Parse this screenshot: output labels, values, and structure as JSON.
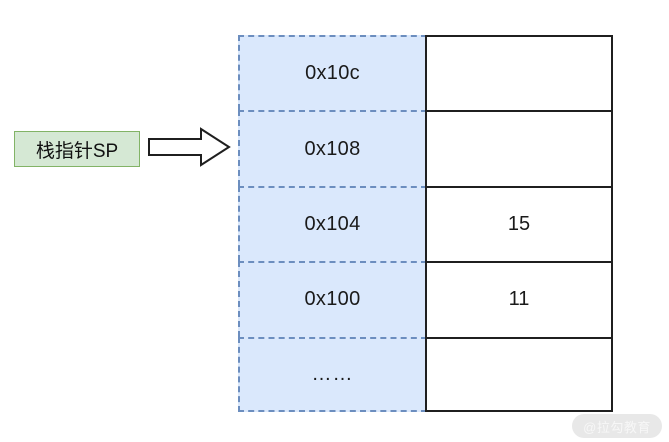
{
  "diagram": {
    "title": "stack-pointer-memory-layout",
    "pointer": {
      "label": "栈指针SP",
      "arrow_icon": "right-arrow-icon",
      "points_to_row_index": 1
    },
    "columns": {
      "address_header": "",
      "value_header": ""
    },
    "rows": [
      {
        "address": "0x10c",
        "value": ""
      },
      {
        "address": "0x108",
        "value": ""
      },
      {
        "address": "0x104",
        "value": "15"
      },
      {
        "address": "0x100",
        "value": "11"
      },
      {
        "address": "……",
        "value": ""
      }
    ],
    "watermark": "@拉勾教育",
    "colors": {
      "address_fill": "#dae8fc",
      "address_border": "#6c8ebf",
      "value_fill": "#ffffff",
      "value_border": "#1f1f1f",
      "label_fill": "#d5e8d4",
      "label_border": "#82b366",
      "arrow_stroke": "#1f1f1f",
      "background": "#ffffff",
      "watermark_fill": "#e8e8e8"
    }
  }
}
